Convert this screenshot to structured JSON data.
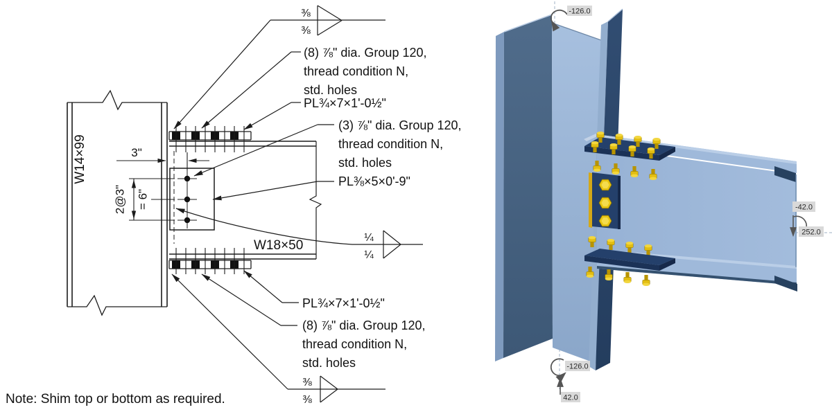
{
  "detail_drawing": {
    "column_label": "W14×99",
    "beam_label": "W18×50",
    "note": "Note: Shim top or bottom as required.",
    "dimensions": {
      "bolt_offset": "3\"",
      "bolt_spacing": "2@3\"",
      "bolt_spacing_total": "= 6\""
    },
    "welds": {
      "top": {
        "above": "⅜",
        "below": "⅜"
      },
      "middle": {
        "above": "¼",
        "below": "¼"
      },
      "bottom": {
        "above": "⅜",
        "below": "⅜"
      }
    },
    "callouts": {
      "top_bolts": {
        "line1": "(8) ⅞\" dia. Group 120,",
        "line2": "thread condition N,",
        "line3": "std. holes"
      },
      "top_plate": "PL¾×7×1'-0½\"",
      "web_bolts": {
        "line1": "(3) ⅞\" dia. Group 120,",
        "line2": "thread condition N,",
        "line3": "std. holes"
      },
      "web_plate": "PL⅜×5×0'-9\"",
      "bottom_plate": "PL¾×7×1'-0½\"",
      "bottom_bolts": {
        "line1": "(8) ⅞\" dia. Group 120,",
        "line2": "thread condition N,",
        "line3": "std. holes"
      }
    }
  },
  "model_view": {
    "labels": {
      "top_rotation": "-126.0",
      "end_offset": "-42.0",
      "end_dimension": "252.0",
      "base_rotation": "-126.0",
      "base_offset": "42.0"
    },
    "colors": {
      "steel_light": "#9BB5D6",
      "steel_shadow": "#47637F",
      "plate_navy": "#24406B",
      "bolt_yellow": "#E8C613",
      "label_bg": "#D9D9D9"
    }
  }
}
